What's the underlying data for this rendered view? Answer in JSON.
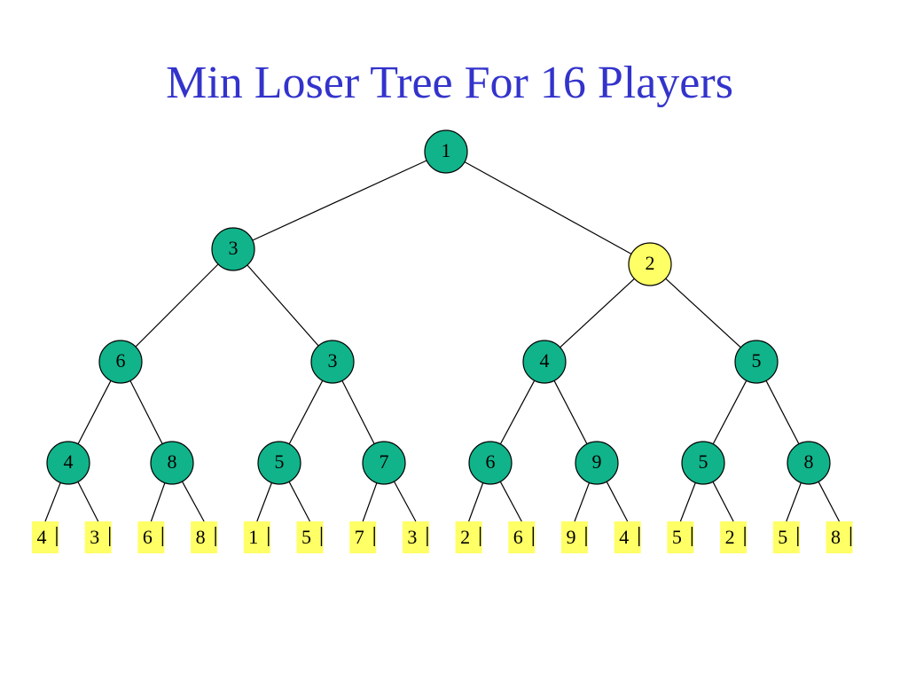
{
  "title": "Min Loser Tree For 16 Players",
  "colors": {
    "title": "#3333cc",
    "internal_node": "#11b38a",
    "highlight_node": "#ffff66",
    "leaf_box": "#ffff66",
    "edge": "#000000"
  },
  "root": {
    "value": "1",
    "highlight": false
  },
  "levels": [
    [
      {
        "value": "3",
        "highlight": false
      },
      {
        "value": "2",
        "highlight": true
      }
    ],
    [
      {
        "value": "6",
        "highlight": false
      },
      {
        "value": "3",
        "highlight": false
      },
      {
        "value": "4",
        "highlight": false
      },
      {
        "value": "5",
        "highlight": false
      }
    ],
    [
      {
        "value": "4",
        "highlight": false
      },
      {
        "value": "8",
        "highlight": false
      },
      {
        "value": "5",
        "highlight": false
      },
      {
        "value": "7",
        "highlight": false
      },
      {
        "value": "6",
        "highlight": false
      },
      {
        "value": "9",
        "highlight": false
      },
      {
        "value": "5",
        "highlight": false
      },
      {
        "value": "8",
        "highlight": false
      }
    ]
  ],
  "players": [
    "4",
    "3",
    "6",
    "8",
    "1",
    "5",
    "7",
    "3",
    "2",
    "6",
    "9",
    "4",
    "5",
    "2",
    "5",
    "8"
  ]
}
